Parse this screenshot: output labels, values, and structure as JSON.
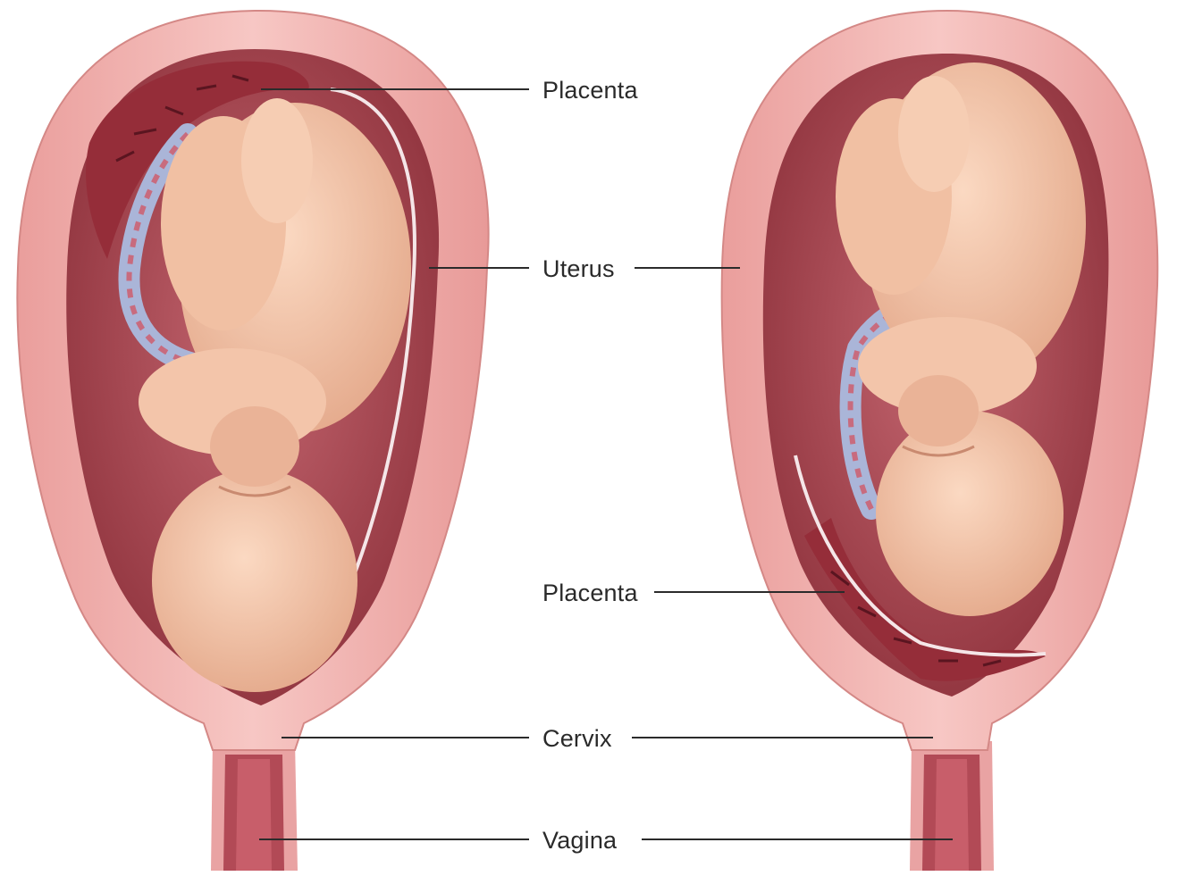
{
  "labels": {
    "placenta_top": "Placenta",
    "uterus": "Uterus",
    "placenta_low": "Placenta",
    "cervix": "Cervix",
    "vagina": "Vagina"
  },
  "colors": {
    "uterus_wall": "#f2b3b0",
    "uterus_wall_dark": "#e09593",
    "cavity": "#a8444c",
    "cavity_light": "#c2606a",
    "fetus_skin": "#f5c5a8",
    "fetus_shadow": "#e3a283",
    "placenta": "#9c2f3a",
    "cord": "#a9b4d6",
    "vagina": "#b64a55",
    "leader_line": "#2b2b2b"
  },
  "panels": [
    {
      "id": "normal",
      "placenta_position": "fundus"
    },
    {
      "id": "previa",
      "placenta_position": "lower-segment-over-cervix"
    }
  ]
}
